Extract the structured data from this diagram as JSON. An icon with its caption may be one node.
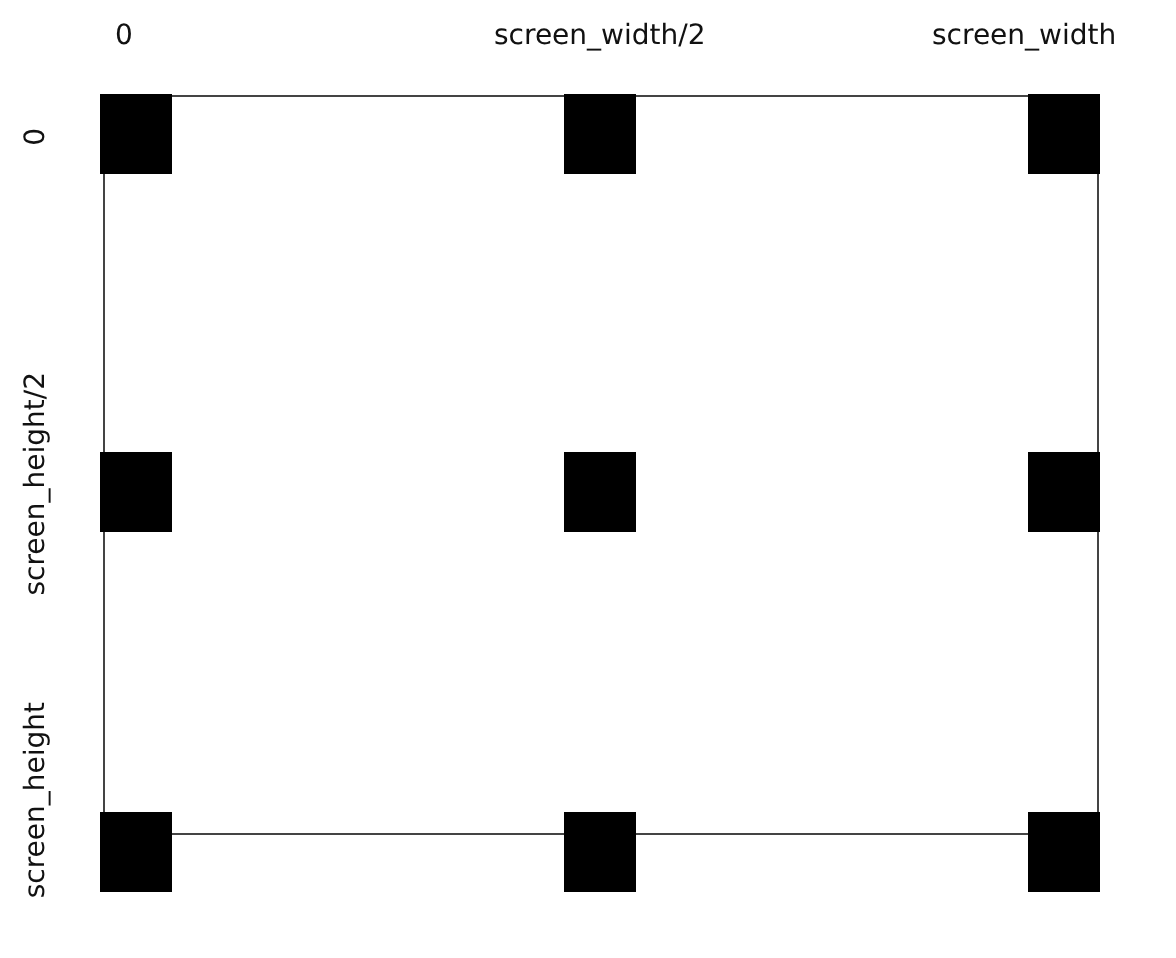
{
  "diagram": {
    "labels": [
      "0",
      "screen_width/2",
      "screen_width",
      "0",
      "screen_height/2",
      "screen_height"
    ]
  }
}
